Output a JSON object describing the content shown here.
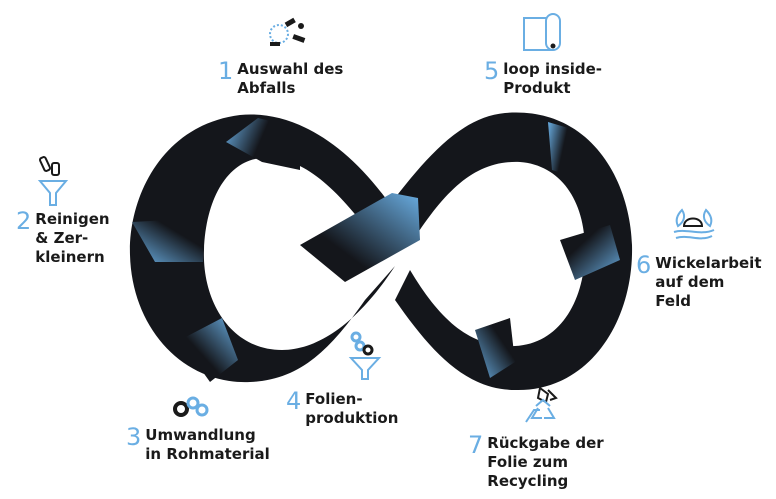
{
  "colors": {
    "loop_dark": "#14161b",
    "accent_blue": "#6aaee3",
    "text_dark": "#1a1a1a"
  },
  "steps": [
    {
      "number": "1",
      "label": "Auswahl des\nAbfalls",
      "icon": "waste-items-icon"
    },
    {
      "number": "2",
      "label": "Reinigen\n& Zer-\nkleinern",
      "icon": "funnel-bottles-icon"
    },
    {
      "number": "3",
      "label": "Umwandlung\nin Rohmaterial",
      "icon": "granulate-pellets-icon"
    },
    {
      "number": "4",
      "label": "Folien-\nproduktion",
      "icon": "funnel-pellets-icon"
    },
    {
      "number": "5",
      "label": "loop inside-\nProdukt",
      "icon": "film-roll-icon"
    },
    {
      "number": "6",
      "label": "Wickelarbeit\nauf dem\nFeld",
      "icon": "field-bale-icon"
    },
    {
      "number": "7",
      "label": "Rückgabe der\nFolie zum\nRecycling",
      "icon": "recycle-icon"
    }
  ]
}
